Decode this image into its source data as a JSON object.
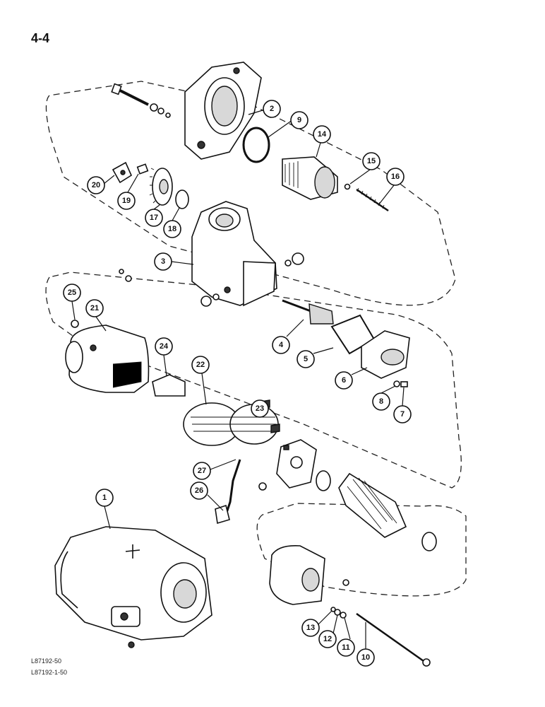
{
  "page": {
    "number": "4-4"
  },
  "figure_ids": [
    "L87192-50",
    "L87192-1-50"
  ],
  "callouts": [
    "1",
    "2",
    "3",
    "4",
    "5",
    "6",
    "7",
    "8",
    "9",
    "10",
    "11",
    "12",
    "13",
    "14",
    "15",
    "16",
    "17",
    "18",
    "19",
    "20",
    "21",
    "22",
    "23",
    "24",
    "25",
    "26",
    "27"
  ]
}
